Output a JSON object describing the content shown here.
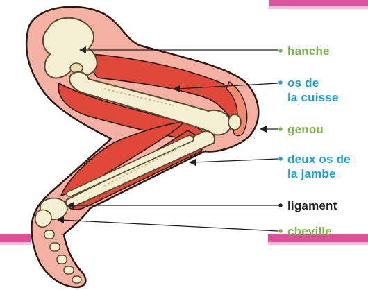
{
  "colors": {
    "band_pink": "#d9549a",
    "silhouette_fill": "#f3b1a4",
    "silhouette_stroke": "#2a1a14",
    "muscle": "#e0493a",
    "muscle_light": "#f08a70",
    "bone": "#f4efd2",
    "bone_stroke": "#5a4a2e",
    "label_green": "#7ab648",
    "label_blue": "#1aa2d8",
    "label_black": "#231f20",
    "pointer_line": "#231f20"
  },
  "labels": {
    "hip": {
      "text": "hanche",
      "color": "green",
      "marker": "dot"
    },
    "thigh_bone": {
      "lines": [
        "os de",
        "la cuisse"
      ],
      "color": "blue",
      "marker": "dot"
    },
    "knee": {
      "text": "genou",
      "color": "green",
      "marker": "dot"
    },
    "leg_bones": {
      "lines": [
        "deux os de",
        "la jambe"
      ],
      "color": "blue",
      "marker": "dot"
    },
    "ligament": {
      "text": "ligament",
      "color": "black",
      "marker": "dot"
    },
    "ankle": {
      "text": "cheville",
      "color": "green",
      "marker": "dot"
    }
  }
}
